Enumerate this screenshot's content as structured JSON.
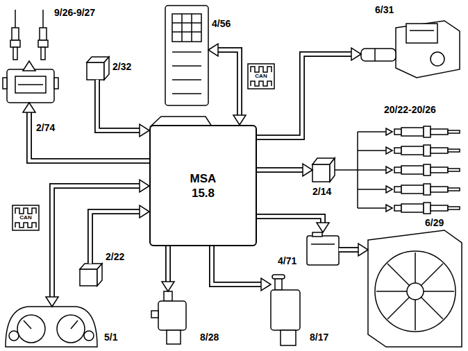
{
  "diagram": {
    "nodes": [
      {
        "text": [
          "9/26-9/27"
        ]
      },
      {
        "text": [
          "4/56"
        ]
      },
      {
        "text": [
          "6/31"
        ]
      },
      {
        "text": [
          "2/32"
        ]
      },
      {
        "text": [
          "20/22-20/26"
        ]
      },
      {
        "text": [
          "2/74"
        ]
      },
      {
        "text": [
          "MSA 15.8"
        ]
      },
      {
        "text": [
          "2/14"
        ]
      },
      {
        "text": [
          "2/22"
        ]
      },
      {
        "text": [
          "6/29"
        ]
      },
      {
        "text": [
          "4/71"
        ]
      },
      {
        "text": [
          "5/1"
        ]
      },
      {
        "text": [
          "8/28"
        ]
      },
      {
        "text": [
          "8/17"
        ]
      }
    ],
    "edges": [
      {
        "from": 5,
        "to": 0,
        "arrow": "to"
      },
      {
        "from": 6,
        "to": 5,
        "arrow": "to"
      },
      {
        "from": 3,
        "to": 6,
        "arrow": "to"
      },
      {
        "from": 1,
        "to": 6,
        "arrow": "both"
      },
      {
        "from": 6,
        "to": 2,
        "arrow": "to"
      },
      {
        "from": 6,
        "to": 7,
        "arrow": "to"
      },
      {
        "from": 7,
        "to": 4,
        "arrow": "to"
      },
      {
        "from": 6,
        "to": 10,
        "arrow": "to"
      },
      {
        "from": 10,
        "to": 9,
        "arrow": "to"
      },
      {
        "from": 6,
        "to": 11,
        "arrow": "both"
      },
      {
        "from": 8,
        "to": 6,
        "arrow": "to"
      },
      {
        "from": 6,
        "to": 12,
        "arrow": "to"
      },
      {
        "from": 6,
        "to": 13,
        "arrow": "to"
      }
    ],
    "labels": [
      "CAN",
      "CAN"
    ]
  }
}
